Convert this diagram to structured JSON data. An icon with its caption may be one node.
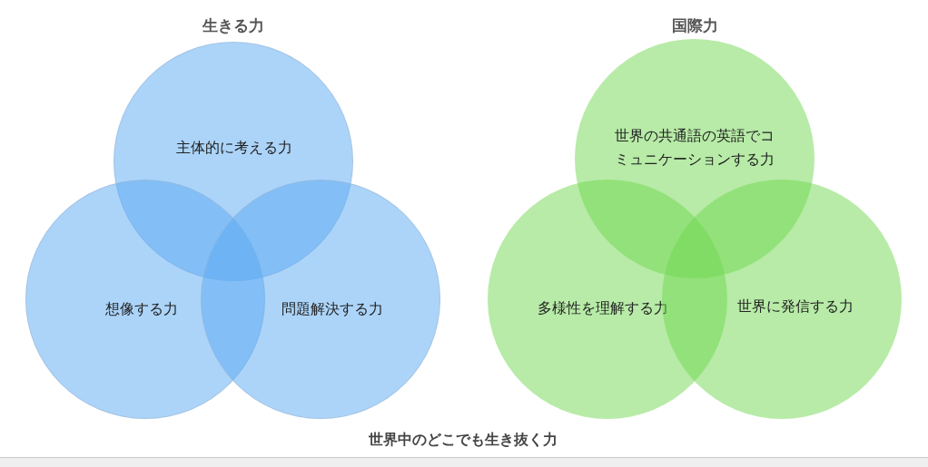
{
  "diagram": {
    "caption": "世界中のどこでも生き抜く力",
    "nodes": [
      {
        "text": [
          "主体的に考える力"
        ]
      },
      {
        "text": [
          "想像する力"
        ]
      },
      {
        "text": [
          "問題解決する力"
        ]
      },
      {
        "text": [
          "世界の共通語の英語でコミュニケーションする力"
        ]
      },
      {
        "text": [
          "多様性を理解する力"
        ]
      },
      {
        "text": [
          "世界に発信する力"
        ]
      }
    ],
    "labels": [
      "生きる力",
      "国際力"
    ]
  }
}
